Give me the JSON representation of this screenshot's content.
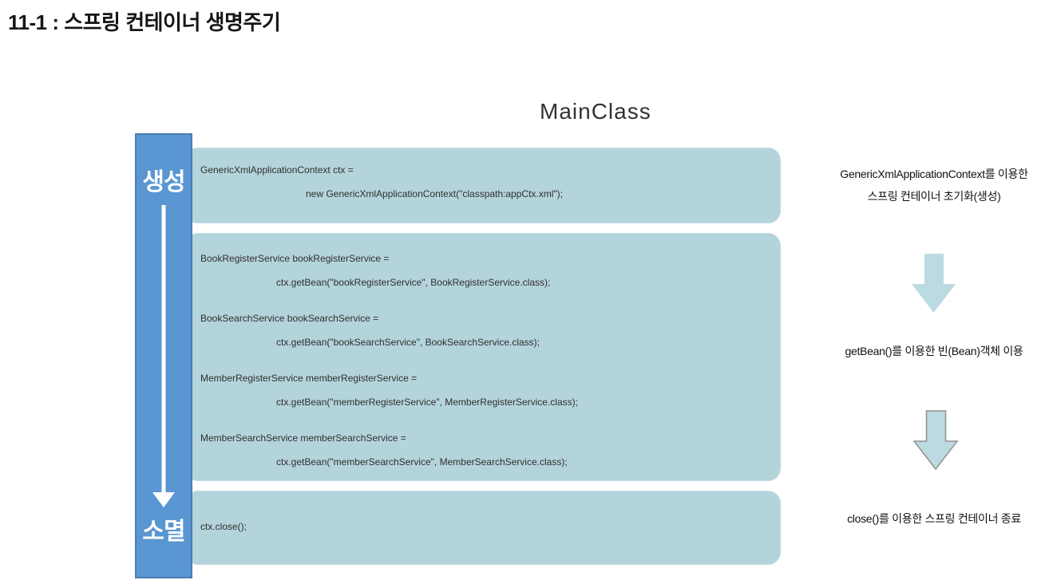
{
  "page": {
    "title": "11-1 : 스프링 컨테이너 생명주기"
  },
  "diagram": {
    "heading": "MainClass",
    "lifecycle_bar": {
      "top_label": "생성",
      "bottom_label": "소멸"
    },
    "code_blocks": [
      {
        "name": "container-init-block",
        "lines": [
          "GenericXmlApplicationContext ctx =",
          "new GenericXmlApplicationContext(\"classpath:appCtx.xml\");"
        ]
      },
      {
        "name": "getbean-usage-block",
        "lines": [
          "BookRegisterService bookRegisterService =",
          "ctx.getBean(\"bookRegisterService\", BookRegisterService.class);",
          "BookSearchService bookSearchService =",
          "ctx.getBean(\"bookSearchService\", BookSearchService.class);",
          "MemberRegisterService memberRegisterService =",
          "ctx.getBean(\"memberRegisterService\", MemberRegisterService.class);",
          "MemberSearchService memberSearchService =",
          "ctx.getBean(\"memberSearchService\", MemberSearchService.class);"
        ]
      },
      {
        "name": "container-close-block",
        "lines": [
          "ctx.close();"
        ]
      }
    ],
    "annotations": [
      {
        "lines": [
          "GenericXmlApplicationContext를 이용한",
          "스프링 컨테이너 초기화(생성)"
        ]
      },
      {
        "lines": [
          "getBean()를 이용한 빈(Bean)객체 이용"
        ]
      },
      {
        "lines": [
          "close()를 이용한 스프링 컨테이너 종료"
        ]
      }
    ],
    "colors": {
      "lifecycle_bar_fill": "#5996d2",
      "lifecycle_bar_border": "#4b7cb4",
      "code_block_fill": "#b4d4dc",
      "flow_arrow_fill": "#bcdae2",
      "flow_arrow_border": "#909090"
    }
  }
}
